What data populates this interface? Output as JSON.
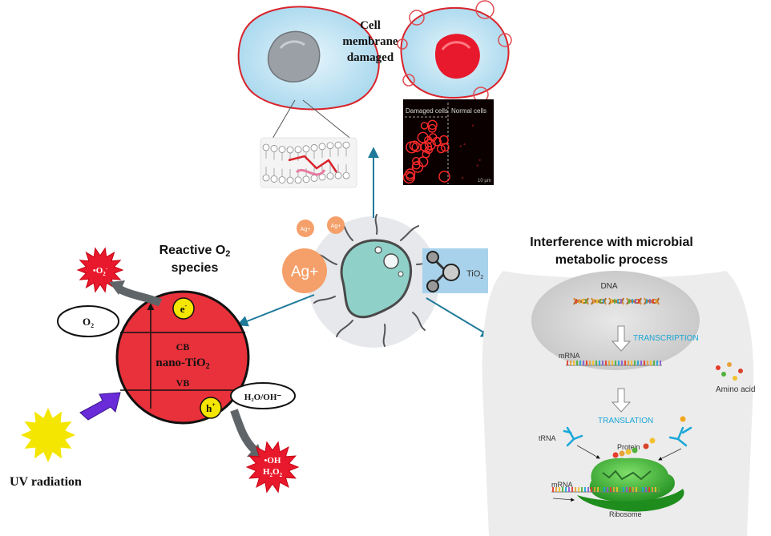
{
  "top": {
    "title_lines": [
      "Cell",
      "membrane",
      "damaged"
    ],
    "micro_left_label": "Damaged cells",
    "micro_right_label": "Normal cells",
    "micro_scale": "10 µm"
  },
  "center": {
    "ag_small": "Ag+",
    "ag_large": "Ag+",
    "tio2_label": "TiO",
    "tio2_sub": "2"
  },
  "left": {
    "title_line1_a": "Reactive O",
    "title_line1_sub": "2",
    "title_line2": "species",
    "superoxide_a": "•O",
    "superoxide_sub": "2",
    "superoxide_sup": "-",
    "electron": "e",
    "electron_sup": "-",
    "o2_a": "O",
    "o2_sub": "2",
    "cb": "CB",
    "nano_a": "nano-TiO",
    "nano_sub": "2",
    "vb": "VB",
    "hole": "h",
    "hole_sup": "+",
    "h2o": "H₂O/OH⁻",
    "oh_line1": "•OH",
    "oh_line2_a": "H",
    "oh_line2_sub1": "2",
    "oh_line2_b": "O",
    "oh_line2_sub2": "2",
    "uv": "UV radiation"
  },
  "right": {
    "title_line1": "Interference with microbial",
    "title_line2": "metabolic process",
    "dna": "DNA",
    "transcription": "TRANSCRIPTION",
    "mrna_top": "mRNA",
    "amino": "Amino acid",
    "translation": "TRANSLATION",
    "trna": "tRNA",
    "protein": "Protein",
    "mrna_bottom": "mRNA",
    "ribosome": "Ribosome"
  },
  "colors": {
    "red": "#d9232a",
    "yellow": "#f4e600",
    "arrow_blue": "#1f7a9a",
    "ag_orange": "#f5a06a",
    "cell_blue": "#bfe3f2",
    "microbe_teal": "#8fd1c8",
    "green": "#2fae2a",
    "cyan_text": "#1aa7d6",
    "purple": "#6a2bd8"
  }
}
